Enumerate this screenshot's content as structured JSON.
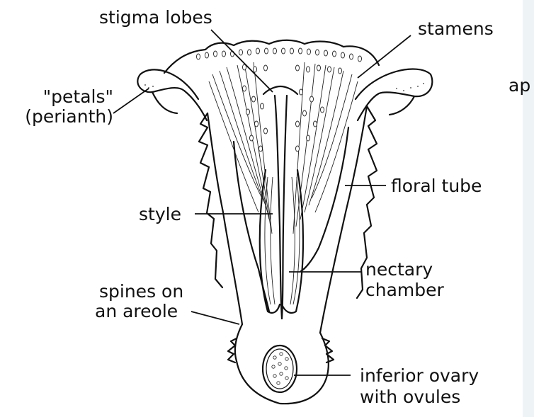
{
  "labels": {
    "stigma_lobes": "stigma lobes",
    "stamens": "stamens",
    "petals_line1": "\"petals\"",
    "petals_line2": "(perianth)",
    "floral_tube": "floral tube",
    "style": "style",
    "nectary_line1": "nectary",
    "nectary_line2": "chamber",
    "spines_line1": "spines on",
    "spines_line2": "an areole",
    "ovary_line1": "inferior ovary",
    "ovary_line2": "with ovules",
    "cut_off": "ap"
  },
  "colors": {
    "ink": "#111111",
    "background": "#ffffff",
    "edge_strip": "#eef3f6"
  }
}
